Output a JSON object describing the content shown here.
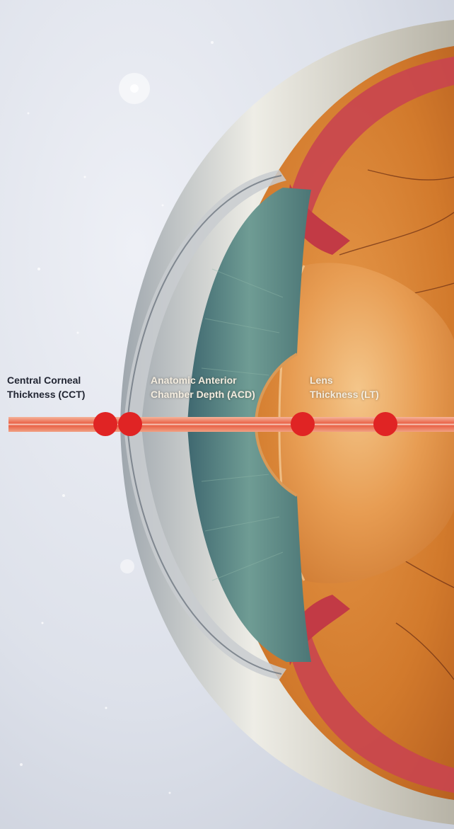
{
  "labels": {
    "cct": {
      "line1": "Central Corneal",
      "line2": "Thickness (CCT)"
    },
    "acd": {
      "line1": "Anatomic Anterior",
      "line2": "Chamber Depth (ACD)"
    },
    "lt": {
      "line1": "Lens",
      "line2": "Thickness (LT)"
    }
  },
  "colors": {
    "background": "#dfe3ec",
    "beam": "#e8553a",
    "marker": "#e02424",
    "iris": "#5b8a8a",
    "lens": "#e0964a",
    "vitreous": "#d27a2c",
    "ciliary_body": "#c9454f",
    "sclera": "#d9d6cc",
    "label_dark": "#222633",
    "label_light": "#f3ecdf"
  },
  "markers": [
    "cct-anterior",
    "cct-posterior",
    "lens-anterior",
    "lens-posterior"
  ]
}
